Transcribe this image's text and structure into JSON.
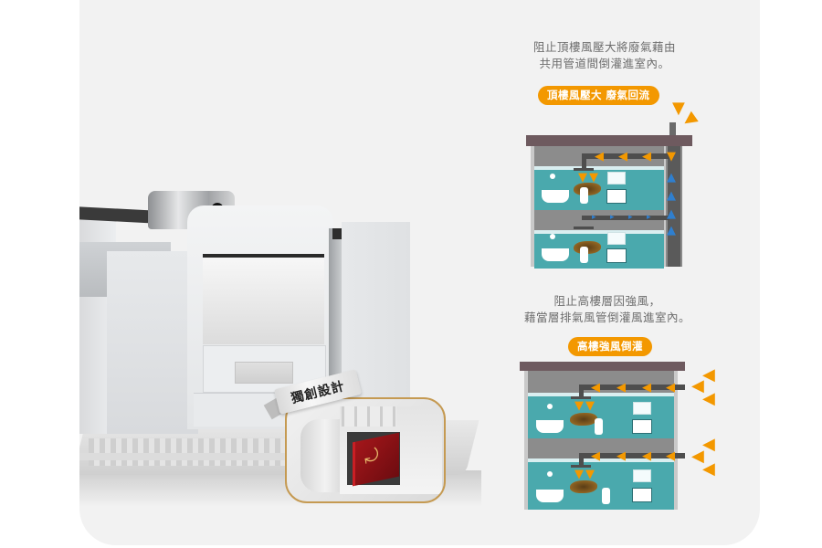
{
  "product": {
    "badge_label": "獨創設計",
    "image_description": "ventilation fan unit with anti-backflow damper"
  },
  "diagrams": [
    {
      "caption_lines": [
        "阻止頂樓風壓大將廢氣藉由",
        "共用管道間倒灌進室內。"
      ],
      "pill_label": "頂樓風壓大 廢氣回流",
      "icons": [
        "orange-arrow-icon",
        "blue-arrow-icon",
        "building-icon"
      ]
    },
    {
      "caption_lines": [
        "阻止高樓層因強風，",
        "藉當層排氣風管倒灌風進室內。"
      ],
      "pill_label": "高樓強風倒灌",
      "icons": [
        "orange-arrow-icon",
        "building-icon"
      ]
    }
  ],
  "colors": {
    "card_bg": "#f2f2f2",
    "accent_orange": "#f39800",
    "room_teal": "#4aa9ad",
    "roof_brown": "#6e5a5f",
    "flow_blue": "#2f7fcf",
    "inset_gold": "#c59a52",
    "damper_red": "#a3161a"
  },
  "glyphs": {
    "arrow_left": "◀",
    "arrow_down": "▼",
    "arrow_up": "▲",
    "arrow_right": "▸",
    "rotate": "⤸"
  }
}
